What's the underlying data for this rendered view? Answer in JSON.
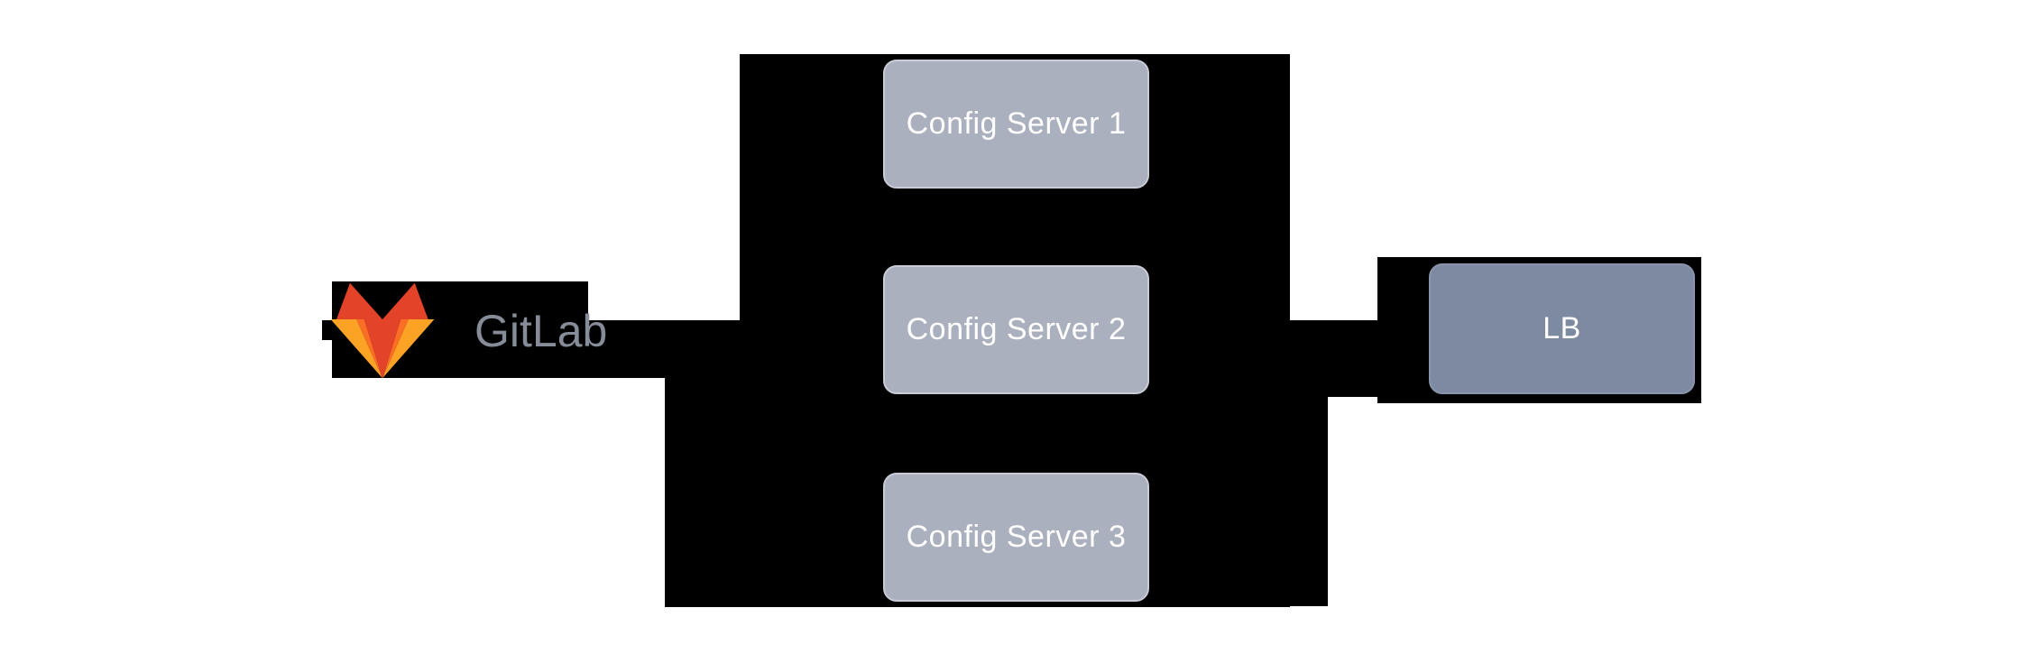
{
  "diagram": {
    "description": "GitLab connected through connectors to three Config Servers and a load balancer",
    "gitlab": {
      "label": "GitLab",
      "icon": "gitlab-tanuki-icon"
    },
    "config_servers": [
      {
        "label": "Config Server 1"
      },
      {
        "label": "Config Server 2"
      },
      {
        "label": "Config Server 3"
      }
    ],
    "load_balancer": {
      "label": "LB"
    }
  },
  "colors": {
    "background": "#ffffff",
    "connector": "#000000",
    "config_server_fill": "#abb0bf",
    "config_server_border": "#c9ccd6",
    "config_server_text": "#ffffff",
    "lb_fill": "#7e89a2",
    "lb_border": "#8a94ab",
    "lb_text": "#ffffff",
    "gitlab_wordmark_text": "#868d98",
    "tanuki_red": "#e24329",
    "tanuki_orange": "#fc6d26",
    "tanuki_yellow": "#fca326"
  }
}
